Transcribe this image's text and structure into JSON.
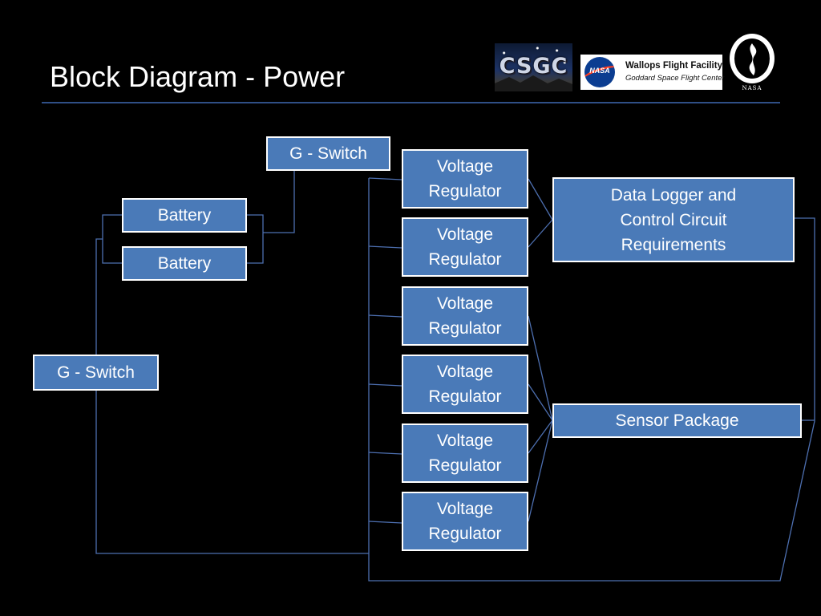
{
  "title": "Block Diagram - Power",
  "logos": {
    "csgc_text": "CSGC",
    "nasa_meatball_text": "NASA",
    "wallops_name": "Wallops Flight Facility",
    "wallops_sub": "Goddard Space Flight Center",
    "seal_text": "NASA"
  },
  "nodes": {
    "gswitch_top": "G - Switch",
    "battery_1": "Battery",
    "battery_2": "Battery",
    "gswitch_left": "G - Switch",
    "voltage_regulators": [
      {
        "line1": "Voltage",
        "line2": "Regulator"
      },
      {
        "line1": "Voltage",
        "line2": "Regulator"
      },
      {
        "line1": "Voltage",
        "line2": "Regulator"
      },
      {
        "line1": "Voltage",
        "line2": "Regulator"
      },
      {
        "line1": "Voltage",
        "line2": "Regulator"
      },
      {
        "line1": "Voltage",
        "line2": "Regulator"
      }
    ],
    "data_logger": {
      "line1": "Data Logger and",
      "line2": "Control Circuit",
      "line3": "Requirements"
    },
    "sensor_package": "Sensor Package"
  },
  "colors": {
    "background": "#000000",
    "box_fill": "#4a7ab8",
    "box_border": "#ffffff",
    "wire": "#4d6fb0",
    "title_rule": "#2f4f86"
  }
}
